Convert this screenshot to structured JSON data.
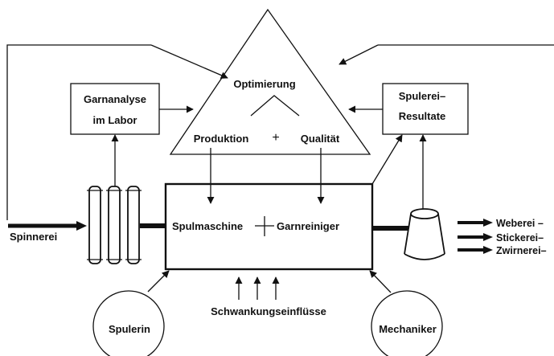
{
  "diagram": {
    "triangle": {
      "title": "Optimierung",
      "left_label": "Produktion",
      "plus": "+",
      "right_label": "Qualität"
    },
    "garnanalyse": {
      "line1": "Garnanalyse",
      "line2": "im Labor"
    },
    "spulerei": {
      "line1": "Spulerei–",
      "line2": "Resultate"
    },
    "machine": {
      "left_label": "Spulmaschine",
      "right_label": "Garnreiniger"
    },
    "spinnerei": "Spinnerei",
    "outputs": [
      "Weberei –",
      "Stickerei–",
      "Zwirnerei–"
    ],
    "schwankungen": "Schwankungseinflüsse",
    "spulerin": "Spulerin",
    "mechaniker": "Mechaniker"
  }
}
